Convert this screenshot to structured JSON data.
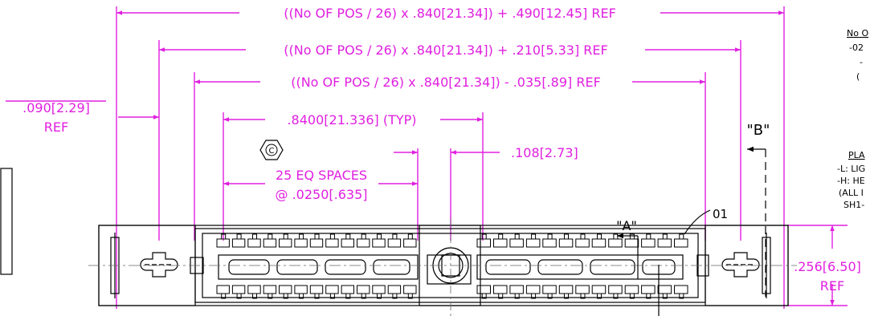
{
  "colors": {
    "dimension": "#e020e0",
    "outline": "#000000"
  },
  "dimensions": {
    "overall": "((No OF POS / 26) x .840[21.34]) + .490[12.45] REF",
    "mounting": "((No OF POS / 26) x .840[21.34]) + .210[5.33] REF",
    "body": "((No OF POS / 26) x .840[21.34]) - .035[.89] REF",
    "pitch": ".8400[21.336] (TYP)",
    "edge_offset_value": ".090[2.29]",
    "edge_offset_ref": "REF",
    "eq_spaces_line1": "25 EQ SPACES",
    "eq_spaces_line2": "@ .0250[.635]",
    "gap": ".108[2.73]",
    "height_value": ".256[6.50]",
    "height_ref": "REF"
  },
  "callouts": {
    "view_a": "\"A\"",
    "view_b": "\"B\"",
    "item_01": "01",
    "center_symbol": "C"
  },
  "side_notes": {
    "no_header": "No O",
    "no_line1": "-02",
    "no_line2": "-",
    "no_line3": "(",
    "plating_header": "PLA",
    "plating_l": "-L: LIG",
    "plating_h": "-H: HE",
    "plating_all": "(ALL I",
    "plating_sh": "SH1-"
  }
}
